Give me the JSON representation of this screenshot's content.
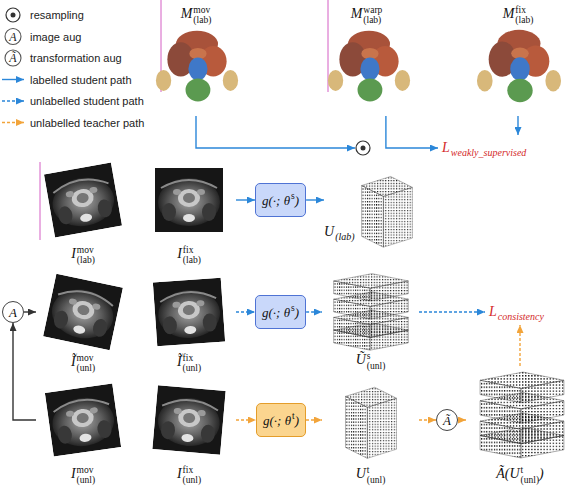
{
  "diagram": {
    "nodes": [
      {
        "text": [
          "M",
          "mov",
          "(lab)"
        ]
      },
      {
        "text": [
          "M",
          "warp",
          "(lab)"
        ]
      },
      {
        "text": [
          "M",
          "fix",
          "(lab)"
        ]
      },
      {
        "text": [
          "L",
          "weakly_supervised"
        ]
      },
      {
        "text": [
          "I",
          "mov",
          "(lab)"
        ]
      },
      {
        "text": [
          "I",
          "fix",
          "(lab)"
        ]
      },
      {
        "text": [
          "g(·; θ",
          "s",
          ")"
        ]
      },
      {
        "text": [
          "U",
          "(lab)"
        ]
      },
      {
        "text": [
          "A"
        ]
      },
      {
        "text": [
          "Ĩ",
          "mov",
          "(unl)"
        ]
      },
      {
        "text": [
          "Ĩ",
          "fix",
          "(unl)"
        ]
      },
      {
        "text": [
          "g(·; θ",
          "s",
          ")"
        ]
      },
      {
        "text": [
          "Ũ",
          "s",
          "(unl)"
        ]
      },
      {
        "text": [
          "L",
          "consistency"
        ]
      },
      {
        "text": [
          "I",
          "mov",
          "(unl)"
        ]
      },
      {
        "text": [
          "I",
          "fix",
          "(unl)"
        ]
      },
      {
        "text": [
          "g(·; θ",
          "t",
          ")"
        ]
      },
      {
        "text": [
          "U",
          "t",
          "(unl)"
        ]
      },
      {
        "text": [
          "Ã"
        ]
      },
      {
        "text": [
          "Ã(U",
          "t",
          "(unl)",
          ")"
        ]
      }
    ],
    "edges": [
      {
        "from": 1,
        "to": 3,
        "arrow": "to"
      },
      {
        "from": 2,
        "to": 3,
        "arrow": "to"
      },
      {
        "from": 5,
        "to": 6,
        "arrow": "to"
      },
      {
        "from": 6,
        "to": 7,
        "arrow": "to"
      },
      {
        "from": 14,
        "to": 8,
        "arrow": "to"
      },
      {
        "from": 8,
        "to": 9,
        "arrow": "to"
      },
      {
        "from": 10,
        "to": 11,
        "arrow": "to"
      },
      {
        "from": 11,
        "to": 12,
        "arrow": "to"
      },
      {
        "from": 12,
        "to": 13,
        "arrow": "to"
      },
      {
        "from": 15,
        "to": 16,
        "arrow": "to"
      },
      {
        "from": 16,
        "to": 17,
        "arrow": "to"
      },
      {
        "from": 17,
        "to": 18,
        "arrow": "to"
      },
      {
        "from": 18,
        "to": 19,
        "arrow": "to"
      },
      {
        "from": 19,
        "to": 13,
        "arrow": "to"
      }
    ],
    "labels": [
      "A",
      "Ã"
    ],
    "legend": [
      {
        "text": "resampling"
      },
      {
        "text": "image aug"
      },
      {
        "text": "transformation aug"
      },
      {
        "text": "labelled student path"
      },
      {
        "text": "unlabelled student path"
      },
      {
        "text": "unlabelled teacher path"
      }
    ]
  }
}
